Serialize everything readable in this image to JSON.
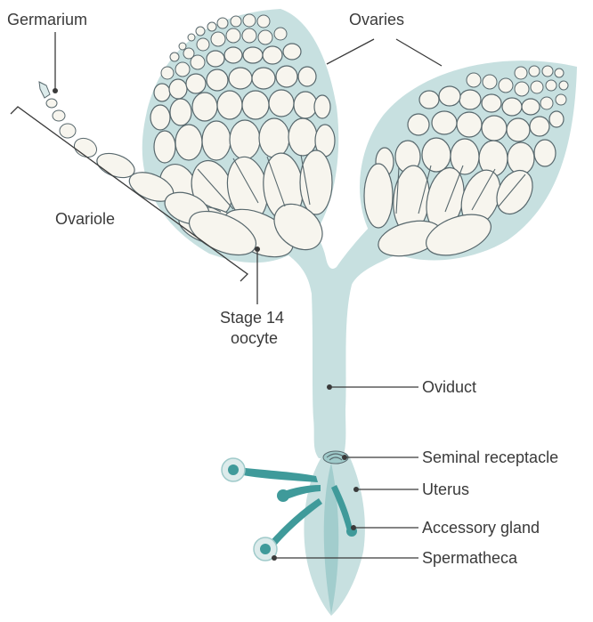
{
  "labels": {
    "germarium": "Germarium",
    "ovaries": "Ovaries",
    "ovariole": "Ovariole",
    "stage14_line1": "Stage 14",
    "stage14_line2": "oocyte",
    "oviduct": "Oviduct",
    "seminal_receptacle": "Seminal receptacle",
    "uterus": "Uterus",
    "accessory_gland": "Accessory gland",
    "spermatheca": "Spermatheca"
  },
  "colors": {
    "tissue": "#c7e0e0",
    "egg_fill": "#f7f5ee",
    "outline": "#58686d",
    "gland": "#3f9a9a",
    "text": "#3a3a3a"
  }
}
